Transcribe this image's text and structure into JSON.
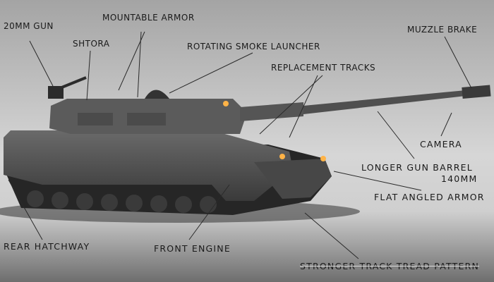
{
  "labels": {
    "gun_20mm": "20MM GUN",
    "mountable_armor": "MOUNTABLE ARMOR",
    "shtora": "SHTORA",
    "smoke_launcher": "ROTATING SMOKE LAUNCHER",
    "replacement_tracks": "REPLACEMENT TRACKS",
    "muzzle_brake": "MUZZLE BRAKE",
    "camera": "CAMERA",
    "gun_barrel": "LONGER GUN BARREL",
    "gun_caliber": "140MM",
    "flat_armor": "FLAT ANGLED ARMOR",
    "rear_hatchway": "REAR HATCHWAY",
    "front_engine": "FRONT ENGINE",
    "track_tread": "STRONGER TRACK TREAD PATTERN"
  },
  "colors": {
    "hull": "#4a4a4a",
    "light": "#ffb347",
    "background": "#c8c8c8"
  }
}
